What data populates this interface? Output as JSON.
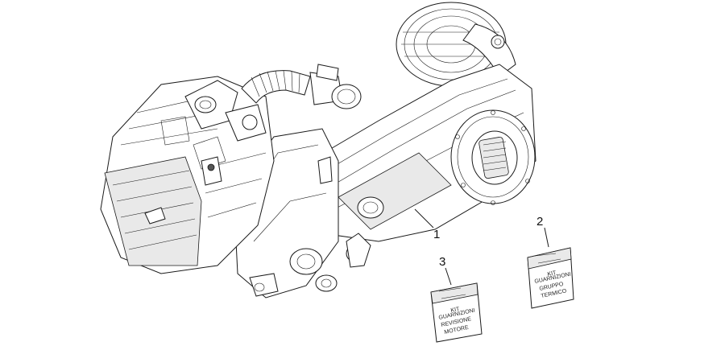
{
  "diagram": {
    "callouts": [
      {
        "id": "1",
        "label": "1"
      },
      {
        "id": "2",
        "label": "2"
      },
      {
        "id": "3",
        "label": "3"
      }
    ],
    "kits": [
      {
        "ref": "2",
        "lines": [
          "KIT",
          "GUARNIZIONI",
          "GRUPPO",
          "TERMICO"
        ]
      },
      {
        "ref": "3",
        "lines": [
          "KIT",
          "GUARNIZIONI",
          "REVISIONE",
          "MOTORE"
        ]
      }
    ]
  }
}
